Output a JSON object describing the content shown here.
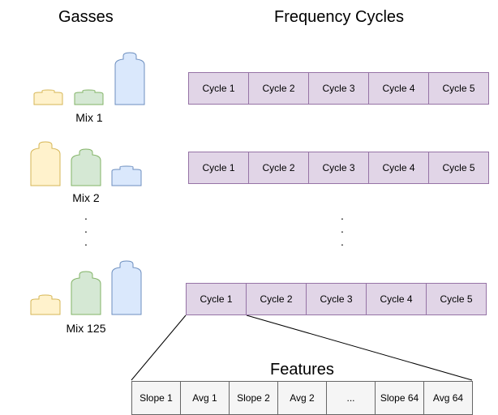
{
  "headings": {
    "gasses": "Gasses",
    "frequency_cycles": "Frequency Cycles",
    "features": "Features"
  },
  "mixes": [
    {
      "label": "Mix 1"
    },
    {
      "label": "Mix 2"
    },
    {
      "label": "Mix 125"
    }
  ],
  "ellipsis_dots": ".",
  "cycles": [
    "Cycle 1",
    "Cycle 2",
    "Cycle 3",
    "Cycle 4",
    "Cycle 5"
  ],
  "features": [
    "Slope 1",
    "Avg 1",
    "Slope 2",
    "Avg 2",
    "...",
    "Slope 64",
    "Avg 64"
  ],
  "colors": {
    "gas_yellow_fill": "#fff2cc",
    "gas_yellow_stroke": "#d6b656",
    "gas_green_fill": "#d5e8d4",
    "gas_green_stroke": "#82b366",
    "gas_blue_fill": "#dae8fc",
    "gas_blue_stroke": "#6c8ebf",
    "cycle_fill": "#e1d5e7",
    "cycle_stroke": "#9673a6",
    "feature_fill": "#f5f5f5",
    "feature_stroke": "#666666"
  }
}
